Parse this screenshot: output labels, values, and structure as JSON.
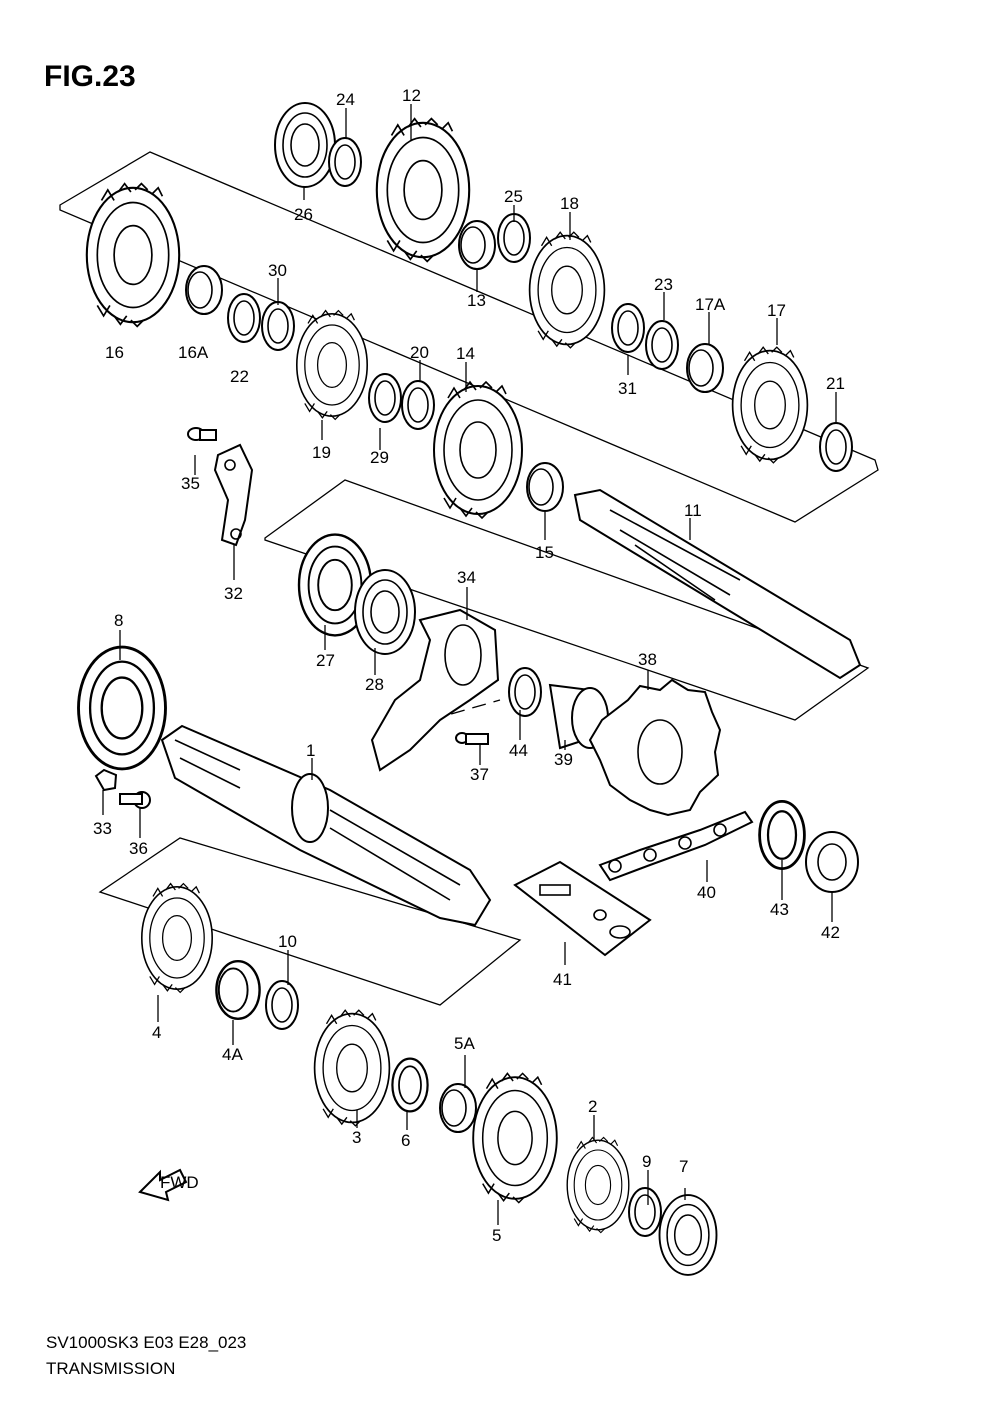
{
  "figure": {
    "title": "FIG.23"
  },
  "footer": {
    "model_code": "SV1000SK3 E03 E28_023",
    "section_name": "TRANSMISSION"
  },
  "fwd_label": "FWD",
  "callouts": {
    "p1": "1",
    "p2": "2",
    "p3": "3",
    "p4": "4",
    "p4A": "4A",
    "p5": "5",
    "p5A": "5A",
    "p6": "6",
    "p7": "7",
    "p8": "8",
    "p9": "9",
    "p10": "10",
    "p11": "11",
    "p12": "12",
    "p13": "13",
    "p14": "14",
    "p15": "15",
    "p16": "16",
    "p16A": "16A",
    "p17": "17",
    "p17A": "17A",
    "p18": "18",
    "p19": "19",
    "p20": "20",
    "p21": "21",
    "p22": "22",
    "p23": "23",
    "p24": "24",
    "p25": "25",
    "p26": "26",
    "p27": "27",
    "p28": "28",
    "p29": "29",
    "p30": "30",
    "p31": "31",
    "p32": "32",
    "p33": "33",
    "p34": "34",
    "p35": "35",
    "p36": "36",
    "p37": "37",
    "p38": "38",
    "p39": "39",
    "p40": "40",
    "p41": "41",
    "p42": "42",
    "p43": "43",
    "p44": "44"
  }
}
